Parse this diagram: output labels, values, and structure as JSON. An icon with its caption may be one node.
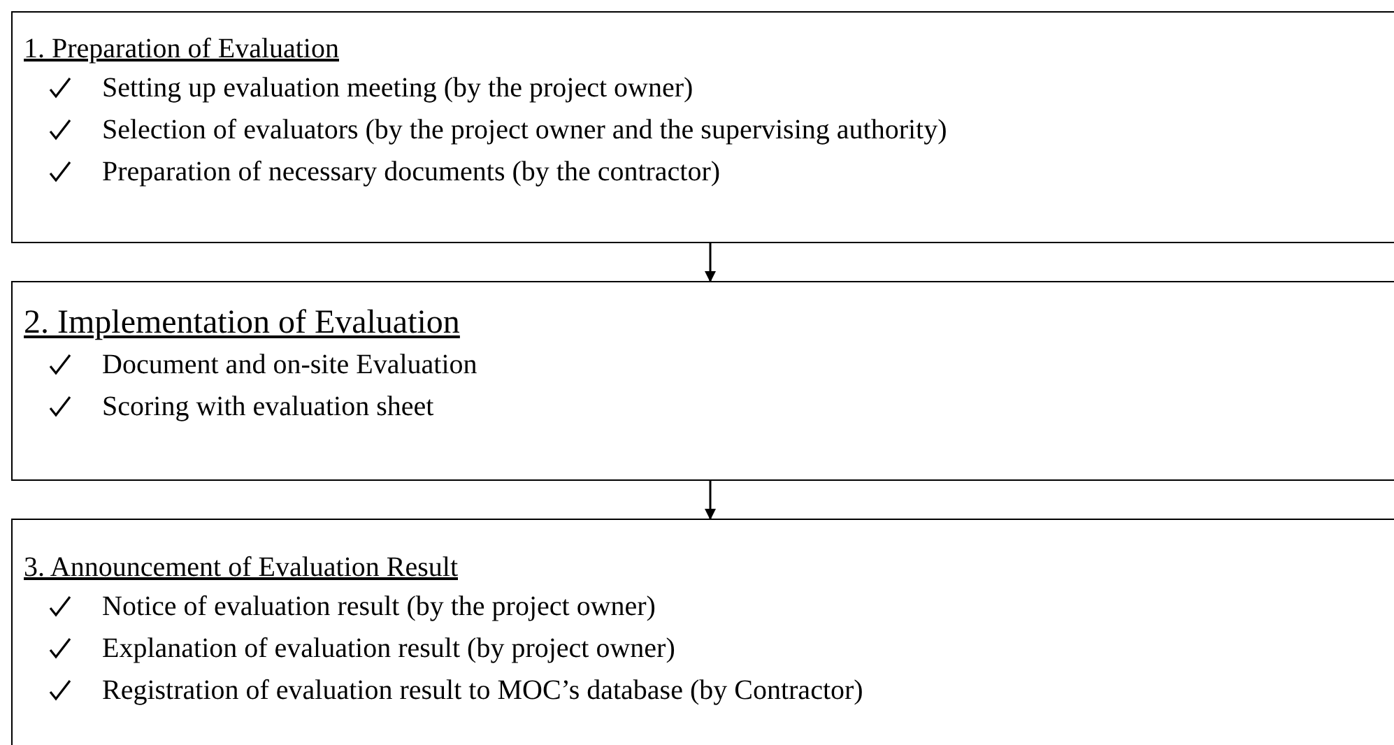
{
  "diagram": {
    "nodes": [
      {
        "text": [
          "1. Preparation of Evaluation",
          "Setting up evaluation meeting (by the project owner)",
          "Selection of evaluators (by the project owner and the supervising authority)",
          "Preparation of necessary documents (by the contractor)"
        ]
      },
      {
        "text": [
          "2. Implementation of Evaluation",
          "Document and on-site Evaluation",
          "Scoring with evaluation sheet"
        ]
      },
      {
        "text": [
          "3. Announcement of Evaluation Result",
          "Notice of evaluation result (by the project owner)",
          "Explanation of evaluation result (by project owner)",
          "Registration of evaluation result to MOC’s database (by Contractor)"
        ]
      }
    ],
    "edges": [
      {
        "from": 0,
        "to": 1,
        "arrow": "to"
      },
      {
        "from": 1,
        "to": 2,
        "arrow": "to"
      }
    ]
  }
}
